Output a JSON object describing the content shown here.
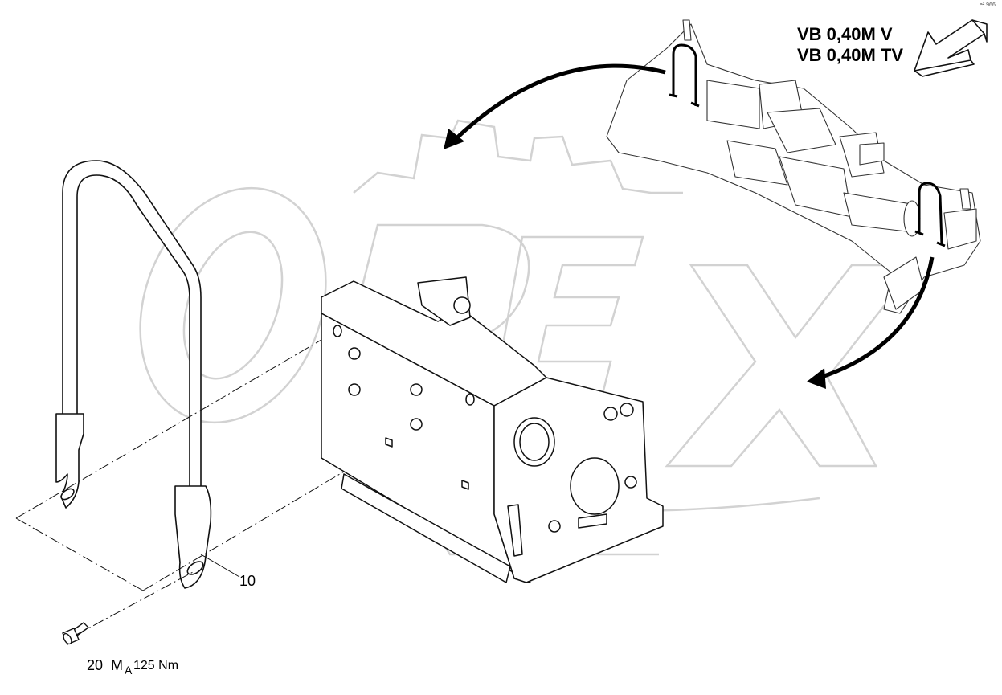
{
  "drawing": {
    "model_lines": [
      "VB 0,40M V",
      "VB 0,40M TV"
    ],
    "ref_code": "e² 966",
    "watermark_text": "OPEX",
    "watermark_color": "#d4d4d4",
    "line_color": "#111111",
    "callouts": {
      "part_10": "10",
      "part_20": "20",
      "torque_symbol": "M",
      "torque_subscript": "A",
      "torque_value": "125 Nm"
    }
  }
}
